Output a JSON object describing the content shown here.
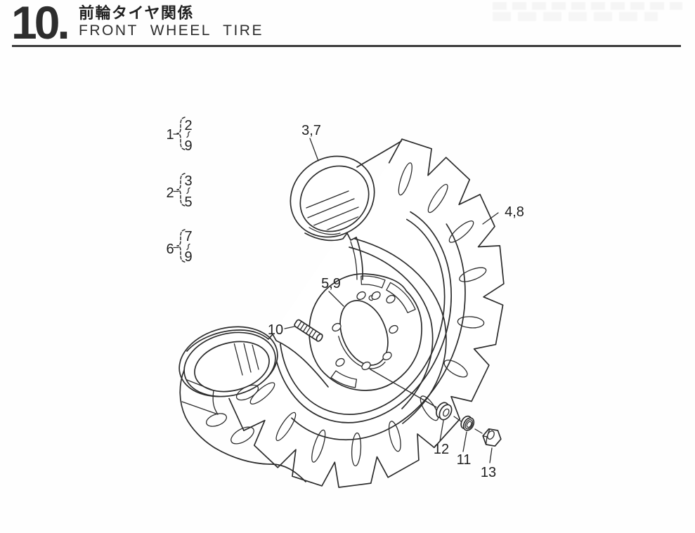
{
  "header": {
    "section_number": "10.",
    "title_ja": "前輪タイヤ関係",
    "title_en": "FRONT WHEEL TIRE"
  },
  "assembly_groups": [
    {
      "parent": "1",
      "range_from": "2",
      "separator": "〜",
      "range_to": "9"
    },
    {
      "parent": "2",
      "range_from": "3",
      "separator": "〜",
      "range_to": "5"
    },
    {
      "parent": "6",
      "range_from": "7",
      "separator": "〜",
      "range_to": "9"
    }
  ],
  "part_labels": {
    "tube": "3,7",
    "tire": "4,8",
    "rim": "5,9",
    "stud": "10",
    "plain_washer": "12",
    "spring_washer": "11",
    "nut": "13"
  },
  "colors": {
    "ink": "#2c2c2c",
    "paper": "#fefefe"
  }
}
